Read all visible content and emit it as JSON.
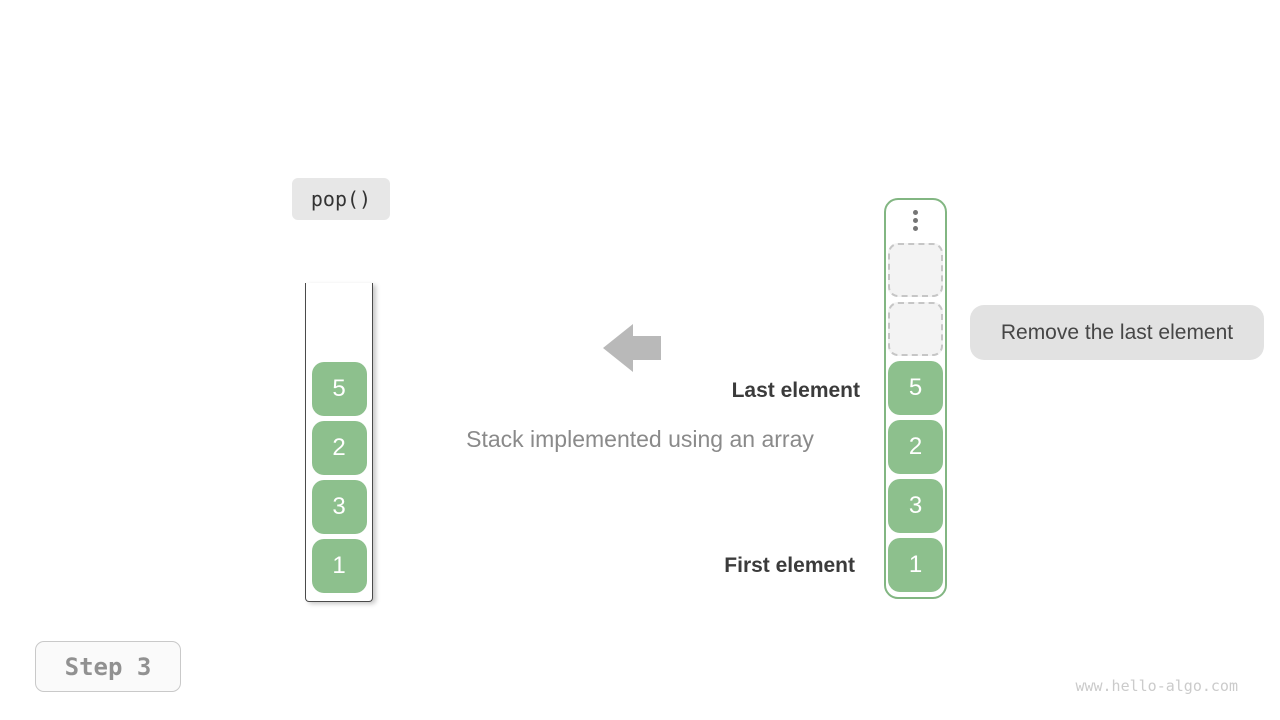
{
  "figure": {
    "operation_label": "pop()",
    "step_label": "Step 3",
    "caption": "Stack implemented using an array",
    "pointer_labels": {
      "last": "Last element",
      "first": "First element"
    },
    "tooltip": "Remove the last element",
    "watermark": "www.hello-algo.com"
  },
  "stacks": {
    "left": {
      "cells": [
        "5",
        "2",
        "3",
        "1"
      ]
    },
    "right": {
      "cells": [
        "5",
        "2",
        "3",
        "1"
      ],
      "empty_slot_count": 2,
      "overflow_icon": "vertical-ellipsis-icon"
    }
  },
  "colors": {
    "cell_green": "#8dc08d",
    "container_green_border": "#82b682",
    "badge_gray_bg": "#e7e7e7",
    "tooltip_bg": "#e2e2e2",
    "arrow_gray": "#b9b9b9",
    "muted_text": "#8a8a8a",
    "dark_text": "#3b3b3b",
    "watermark_text": "#cbcbcb"
  }
}
